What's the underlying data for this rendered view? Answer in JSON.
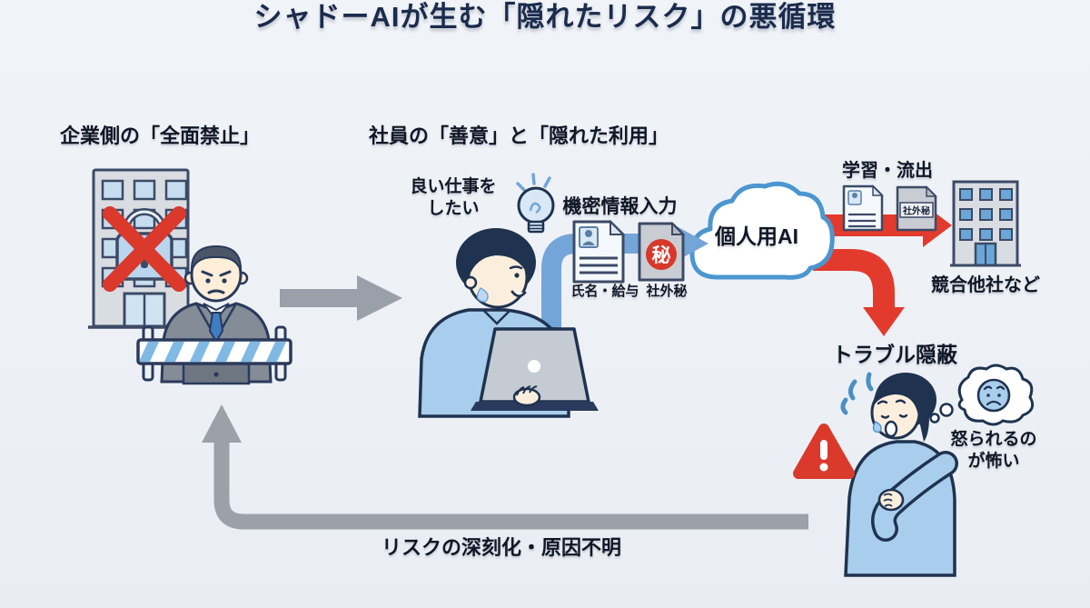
{
  "title": "シャドーAIが生む「隠れたリスク」の悪循環",
  "sections": {
    "company_ban": "企業側の「全面禁止」",
    "employee_use": "社員の「善意」と「隠れた利用」"
  },
  "employee": {
    "desire_line1": "良い仕事を",
    "desire_line2": "したい",
    "input_label": "機密情報入力",
    "doc_personal_caption": "氏名・給与",
    "doc_secret_caption": "社外秘",
    "doc_secret_stamp": "秘"
  },
  "cloud_label": "個人用AI",
  "leak": {
    "label": "学習・流出",
    "doc_stamp": "社外秘"
  },
  "competitor_label": "競合他社など",
  "trouble": {
    "label": "トラブル隠蔽",
    "fear_line1": "怒られるの",
    "fear_line2": "が怖い"
  },
  "loop_label": "リスクの深刻化・原因不明",
  "colors": {
    "background": "#eef1f6",
    "title_navy": "#1b2b4d",
    "alert_red": "#da392c",
    "flow_blue": "#74a5d8",
    "cloud_border": "#4c96d0",
    "neutral_gray": "#9aa1a9"
  }
}
